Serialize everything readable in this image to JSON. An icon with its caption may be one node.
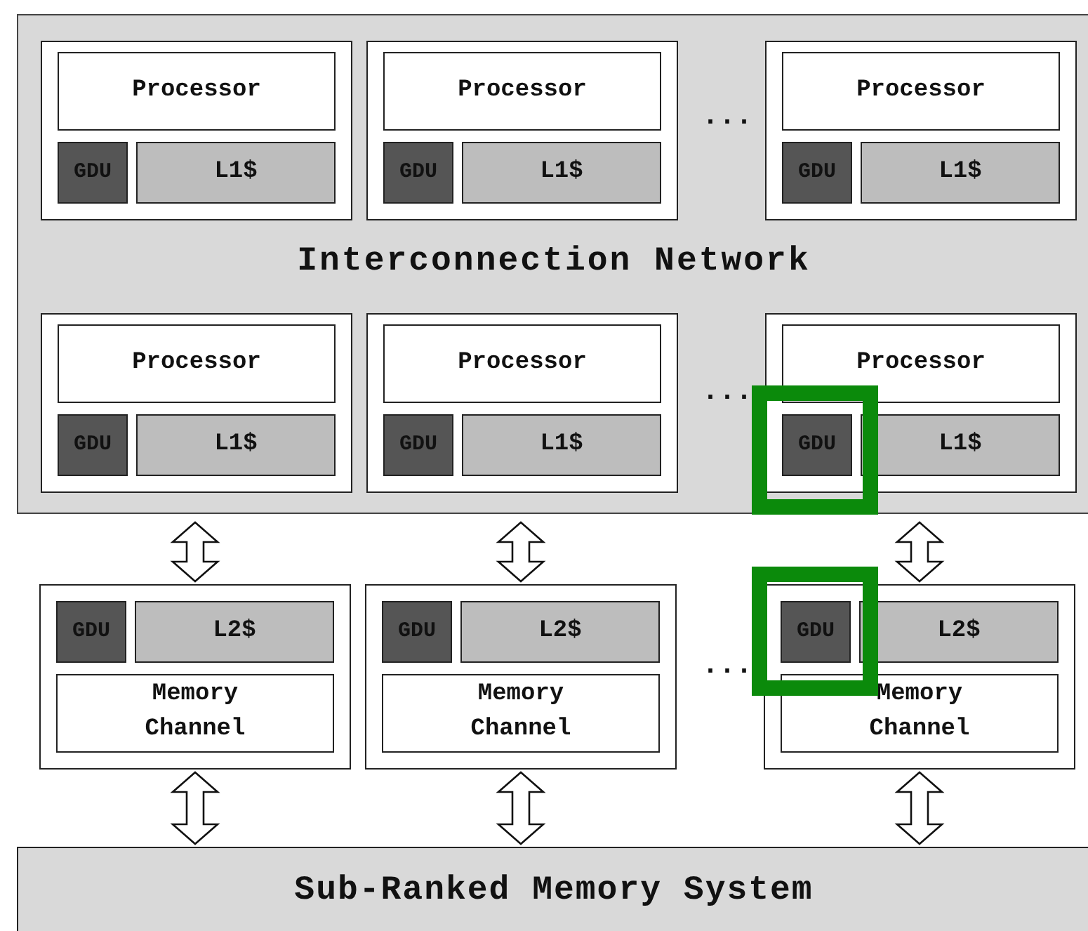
{
  "diagram": {
    "nodes": [
      {
        "text": [
          "Interconnection Network"
        ]
      },
      {
        "text": [],
        "shape": "box",
        "in": 0
      },
      {
        "text": [
          "Processor"
        ],
        "in": 1
      },
      {
        "text": [
          "GDU"
        ],
        "in": 1
      },
      {
        "text": [
          "L1$"
        ],
        "in": 1
      },
      {
        "text": [],
        "shape": "box",
        "in": 0
      },
      {
        "text": [
          "Processor"
        ],
        "in": 5
      },
      {
        "text": [
          "GDU"
        ],
        "in": 5
      },
      {
        "text": [
          "L1$"
        ],
        "in": 5
      },
      {
        "text": [],
        "shape": "box",
        "in": 0
      },
      {
        "text": [
          "Processor"
        ],
        "in": 9
      },
      {
        "text": [
          "GDU"
        ],
        "in": 9
      },
      {
        "text": [
          "L1$"
        ],
        "in": 9
      },
      {
        "text": [],
        "shape": "box",
        "in": 0
      },
      {
        "text": [
          "Processor"
        ],
        "in": 13
      },
      {
        "text": [
          "GDU"
        ],
        "in": 13
      },
      {
        "text": [
          "L1$"
        ],
        "in": 13
      },
      {
        "text": [],
        "shape": "box",
        "in": 0
      },
      {
        "text": [
          "Processor"
        ],
        "in": 17
      },
      {
        "text": [
          "GDU"
        ],
        "in": 17
      },
      {
        "text": [
          "L1$"
        ],
        "in": 17
      },
      {
        "text": [],
        "shape": "box",
        "in": 0
      },
      {
        "text": [
          "Processor"
        ],
        "in": 21
      },
      {
        "text": [
          "GDU"
        ],
        "in": 21
      },
      {
        "text": [
          "L1$"
        ],
        "in": 21
      },
      {
        "text": [],
        "shape": "box"
      },
      {
        "text": [
          "GDU"
        ],
        "in": 25
      },
      {
        "text": [
          "L2$"
        ],
        "in": 25
      },
      {
        "text": [
          "Memory Channel"
        ],
        "in": 25
      },
      {
        "text": [],
        "shape": "box"
      },
      {
        "text": [
          "GDU"
        ],
        "in": 29
      },
      {
        "text": [
          "L2$"
        ],
        "in": 29
      },
      {
        "text": [
          "Memory Channel"
        ],
        "in": 29
      },
      {
        "text": [],
        "shape": "box"
      },
      {
        "text": [
          "GDU"
        ],
        "in": 33
      },
      {
        "text": [
          "L2$"
        ],
        "in": 33
      },
      {
        "text": [
          "Memory Channel"
        ],
        "in": 33
      },
      {
        "text": [
          "Sub-Ranked Memory System"
        ]
      }
    ],
    "edges": [
      {
        "from": 13,
        "to": 25,
        "arrow": "both"
      },
      {
        "from": 17,
        "to": 29,
        "arrow": "both"
      },
      {
        "from": 21,
        "to": 33,
        "arrow": "both"
      },
      {
        "from": 25,
        "to": 37,
        "arrow": "both"
      },
      {
        "from": 29,
        "to": 37,
        "arrow": "both"
      },
      {
        "from": 33,
        "to": 37,
        "arrow": "both"
      }
    ],
    "labels": [
      "...",
      "...",
      "..."
    ]
  }
}
